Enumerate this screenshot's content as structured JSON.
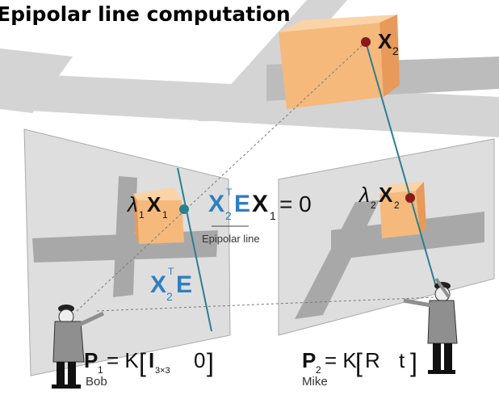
{
  "title": "Epipolar line computation",
  "labels": {
    "x2_top": {
      "main": "X",
      "sub": "2"
    },
    "lambda1_x1": {
      "lambda": "λ",
      "lsub": "1",
      "main": "X",
      "sub": "1"
    },
    "lambda2_x2": {
      "lambda": "λ",
      "lsub": "2",
      "main": "X",
      "sub": "2"
    },
    "constraint": {
      "x": "X",
      "sup": "T",
      "sub2": "2",
      "e": "E",
      "x1": "X",
      "sub1": "1",
      "eq": "= 0"
    },
    "epipolar_caption": "Epipolar line",
    "line_eq": {
      "x": "X",
      "sup": "T",
      "sub": "2",
      "e": "E"
    }
  },
  "cameras": {
    "left": {
      "name": "Bob",
      "p": "P",
      "psub": "1",
      "eq": "= K",
      "inner": "I",
      "isub": "3×3",
      "zero": "0"
    },
    "right": {
      "name": "Mike",
      "p": "P",
      "psub": "2",
      "eq": "= K",
      "r": "R",
      "t": "t"
    }
  },
  "colors": {
    "line": "#2b7f8f",
    "accent_blue": "#2f7fc0",
    "point": "#8b1a1a",
    "box": "#f5b97c"
  }
}
